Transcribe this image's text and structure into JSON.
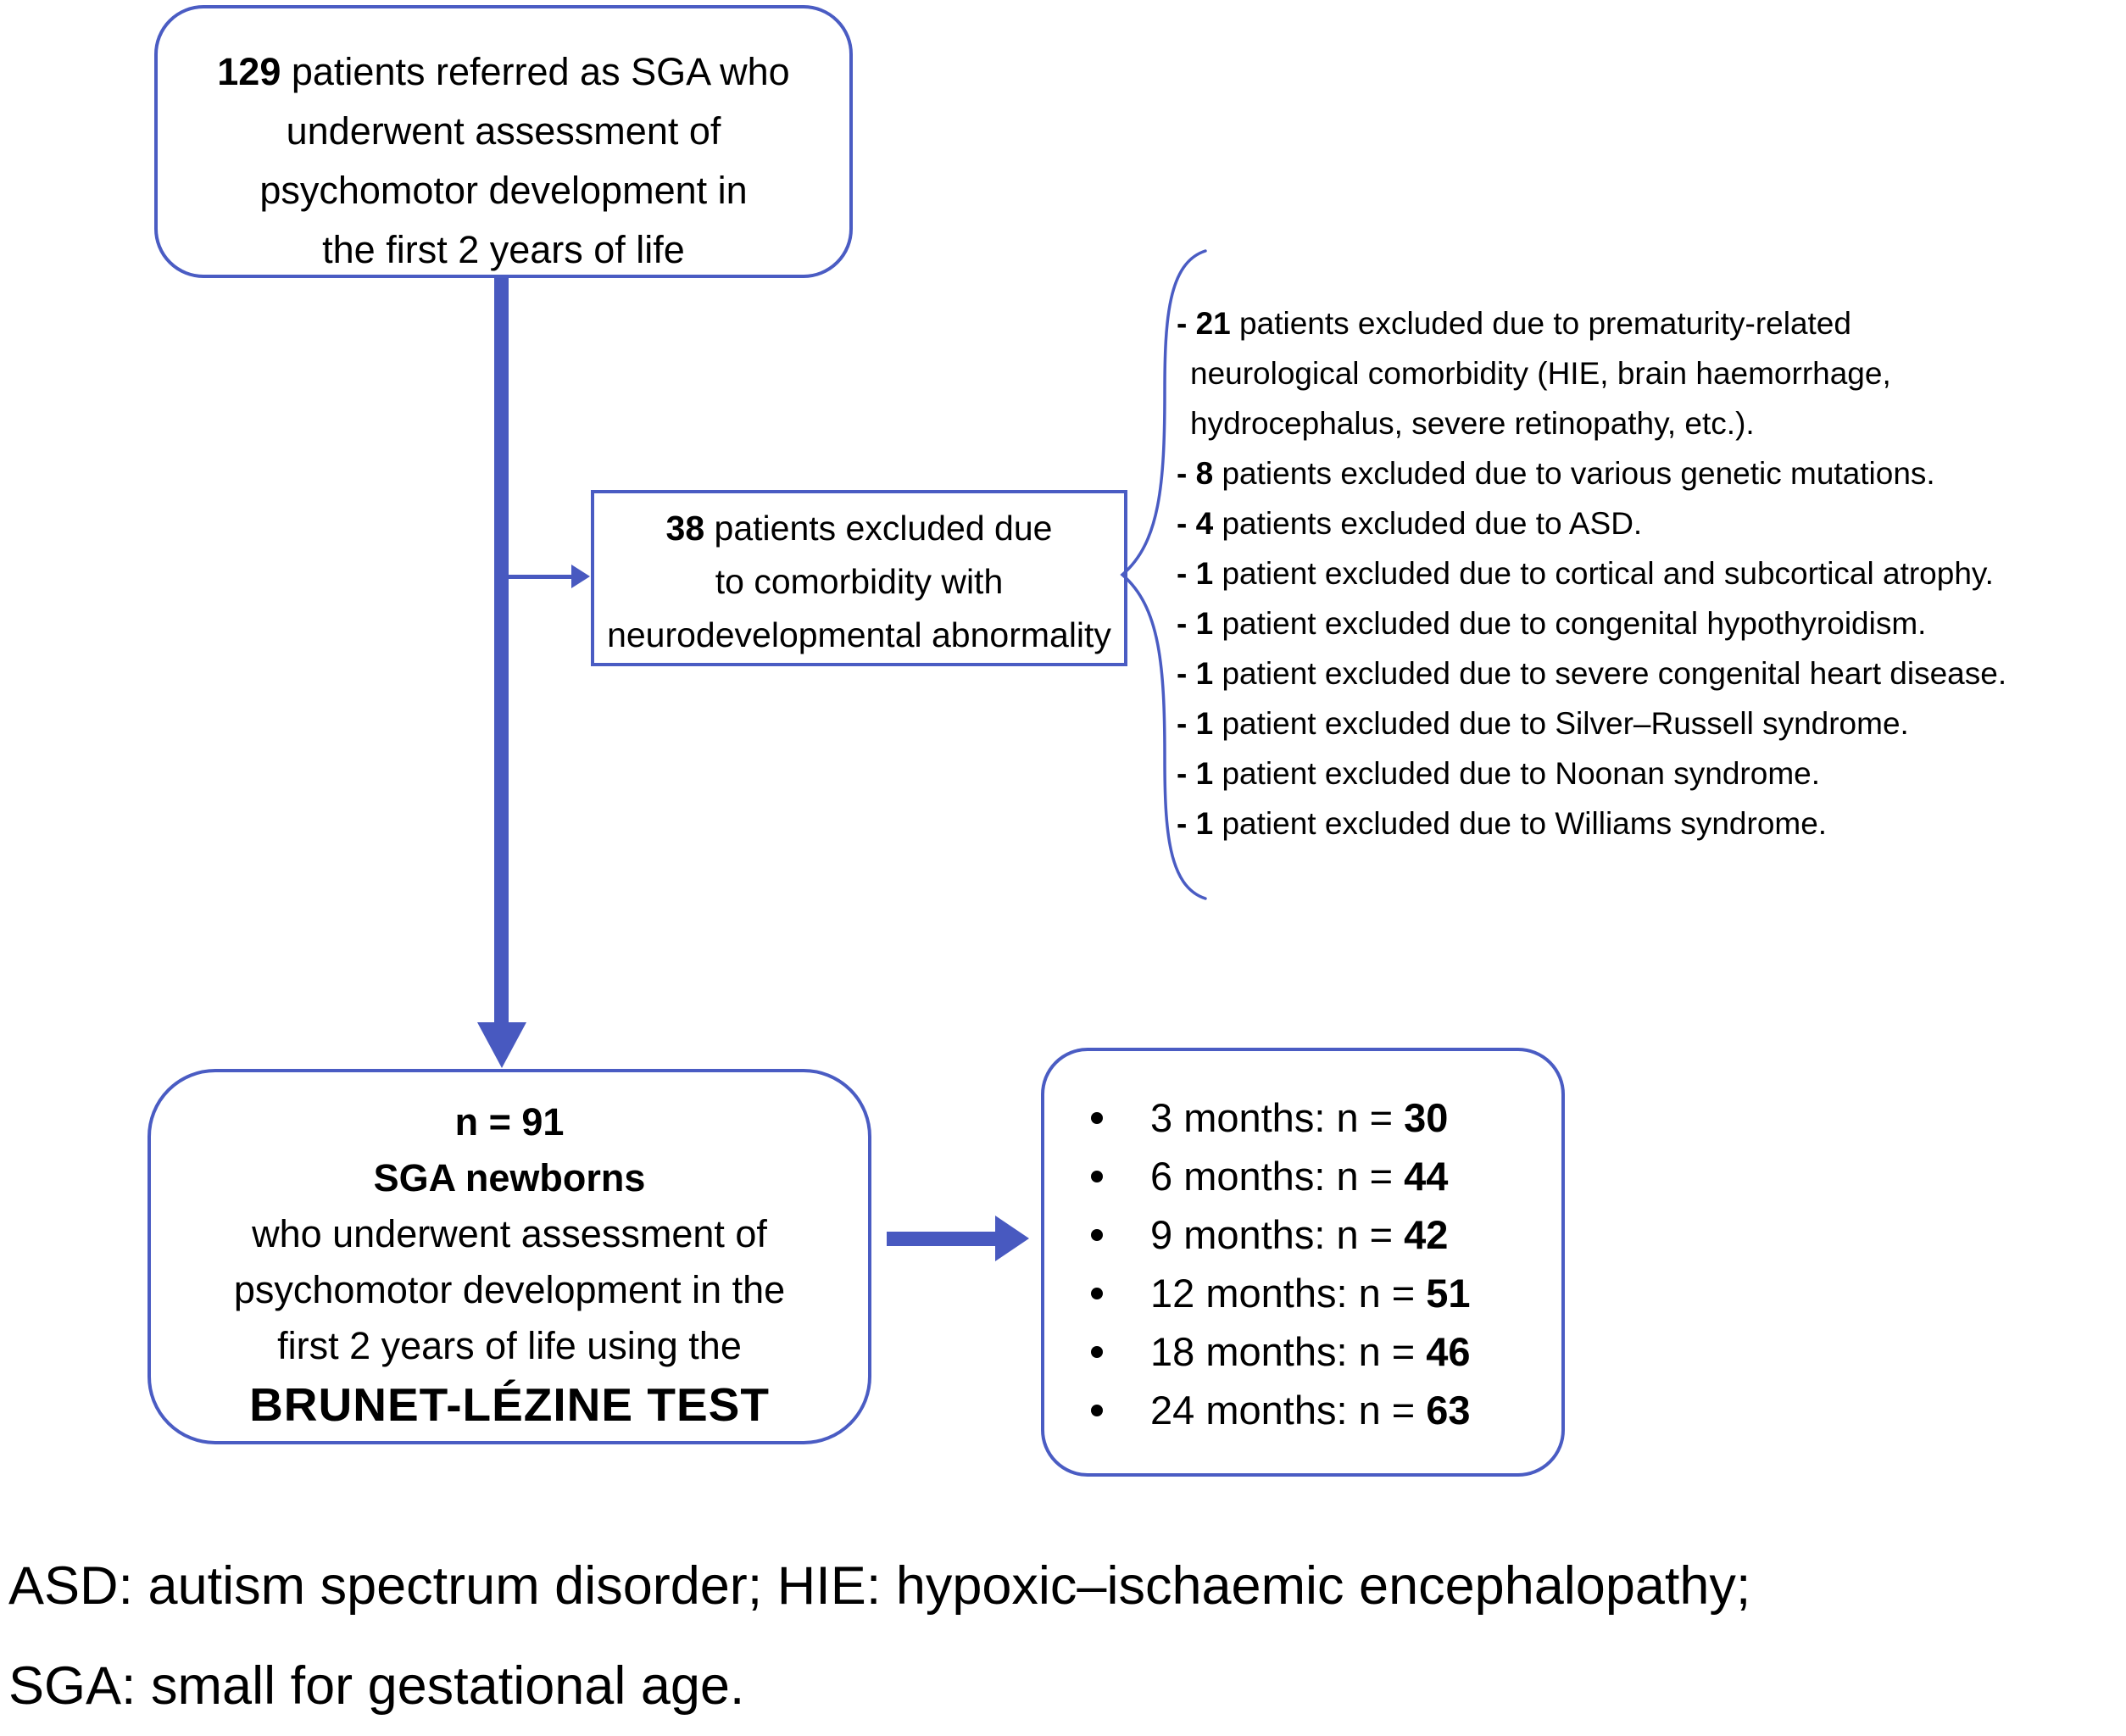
{
  "colors": {
    "line": "#4a5cc3",
    "arrow": "#4859c0",
    "text": "#000000",
    "background": "#ffffff"
  },
  "referred_box": {
    "count": "129",
    "line1": " patients referred as SGA who",
    "line2": "underwent assessment of",
    "line3": "psychomotor development in",
    "line4": "the first 2 years of life"
  },
  "excluded_box": {
    "count": "38",
    "line1": " patients excluded due",
    "line2": "to comorbidity with",
    "line3": "neurodevelopmental abnormality"
  },
  "exclusions": [
    {
      "bold": "- 21",
      "text": " patients excluded due to prematurity-related"
    },
    {
      "bold": "",
      "text": "neurological comorbidity (HIE, brain haemorrhage,"
    },
    {
      "bold": "",
      "text": "hydrocephalus, severe retinopathy, etc.)."
    },
    {
      "bold": "- 8",
      "text": " patients excluded due to various genetic mutations."
    },
    {
      "bold": "- 4",
      "text": " patients excluded due to ASD."
    },
    {
      "bold": "- 1",
      "text": " patient excluded due to cortical and subcortical atrophy."
    },
    {
      "bold": "- 1",
      "text": " patient excluded due to congenital hypothyroidism."
    },
    {
      "bold": "- 1",
      "text": " patient excluded due to severe congenital heart disease."
    },
    {
      "bold": "- 1",
      "text": " patient excluded due to Silver–Russell syndrome."
    },
    {
      "bold": "- 1",
      "text": " patient excluded due to Noonan syndrome."
    },
    {
      "bold": "- 1",
      "text": " patient excluded due to Williams syndrome."
    }
  ],
  "final_box": {
    "line1": "n = 91",
    "line2": "SGA newborns",
    "line3": "who underwent assessment of",
    "line4": "psychomotor development in the",
    "line5": "first 2 years of life using the",
    "line6": "BRUNET-LÉZINE TEST"
  },
  "assessments": [
    {
      "label": "3 months: n = ",
      "value": "30"
    },
    {
      "label": "6 months: n = ",
      "value": "44"
    },
    {
      "label": "9 months: n = ",
      "value": "42"
    },
    {
      "label": "12 months: n = ",
      "value": "51"
    },
    {
      "label": "18 months: n = ",
      "value": "46"
    },
    {
      "label": "24 months: n = ",
      "value": "63"
    }
  ],
  "footer": {
    "line1": "ASD: autism spectrum disorder; HIE: hypoxic–ischaemic encephalopathy;",
    "line2": "SGA: small for gestational age."
  }
}
